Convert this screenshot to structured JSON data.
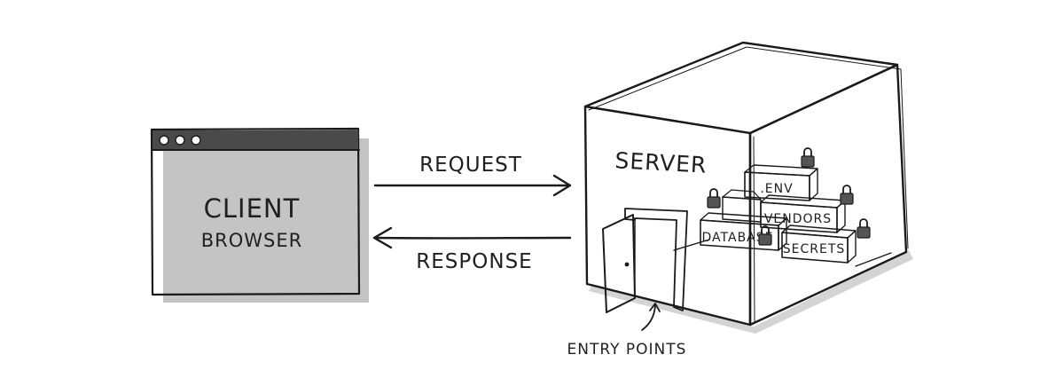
{
  "client": {
    "title": "CLIENT",
    "subtitle": "BROWSER"
  },
  "arrows": {
    "request": "REQUEST",
    "response": "RESPONSE"
  },
  "server": {
    "label": "SERVER",
    "entry_label": "ENTRY POINTS",
    "boxes": [
      ".ENV",
      "VENDORS",
      "DATABASE",
      "SECRETS"
    ]
  },
  "colors": {
    "ink": "#1a1a1a",
    "browser_bar": "#4a4a4a",
    "shadow": "#bdbdbd",
    "box_gray": "#b9b9b9",
    "box_light": "#d9d9d9"
  }
}
